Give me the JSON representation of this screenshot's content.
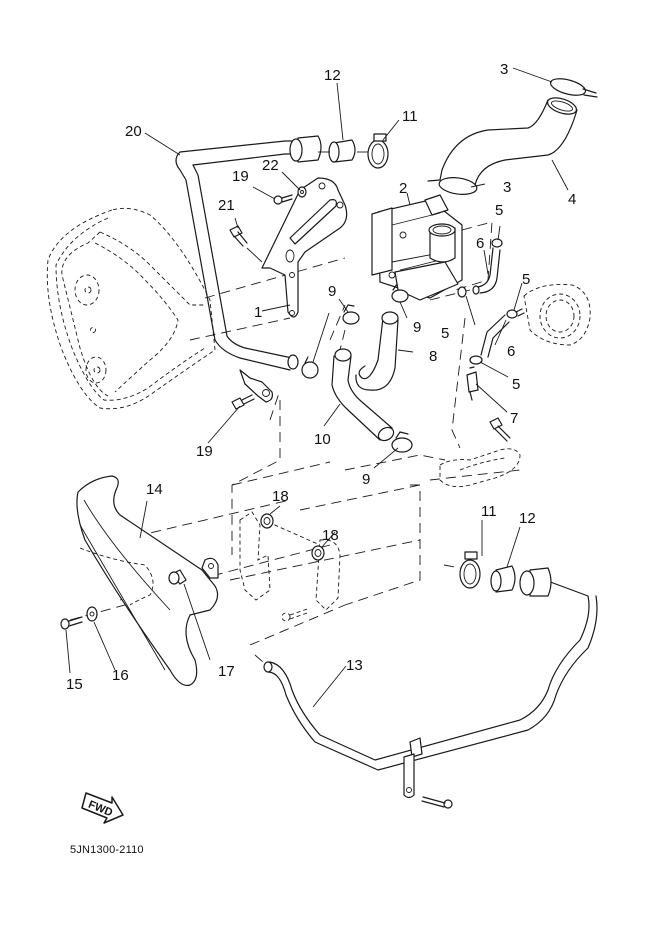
{
  "diagram": {
    "title": "Air induction system exploded parts diagram",
    "part_code": "5JN1300-2110",
    "direction_indicator": "FWD",
    "callouts": {
      "c1": "1",
      "c2": "2",
      "c3a": "3",
      "c3b": "3",
      "c4": "4",
      "c5a": "5",
      "c5b": "5",
      "c5c": "5",
      "c5d": "5",
      "c6a": "6",
      "c6b": "6",
      "c7": "7",
      "c8": "8",
      "c9a": "9",
      "c9b": "9",
      "c9c": "9",
      "c10": "10",
      "c11a": "11",
      "c11b": "11",
      "c12a": "12",
      "c12b": "12",
      "c13": "13",
      "c14": "14",
      "c15": "15",
      "c16": "16",
      "c17": "17",
      "c18a": "18",
      "c18b": "18",
      "c19a": "19",
      "c19b": "19",
      "c20": "20",
      "c21": "21",
      "c22": "22"
    }
  }
}
